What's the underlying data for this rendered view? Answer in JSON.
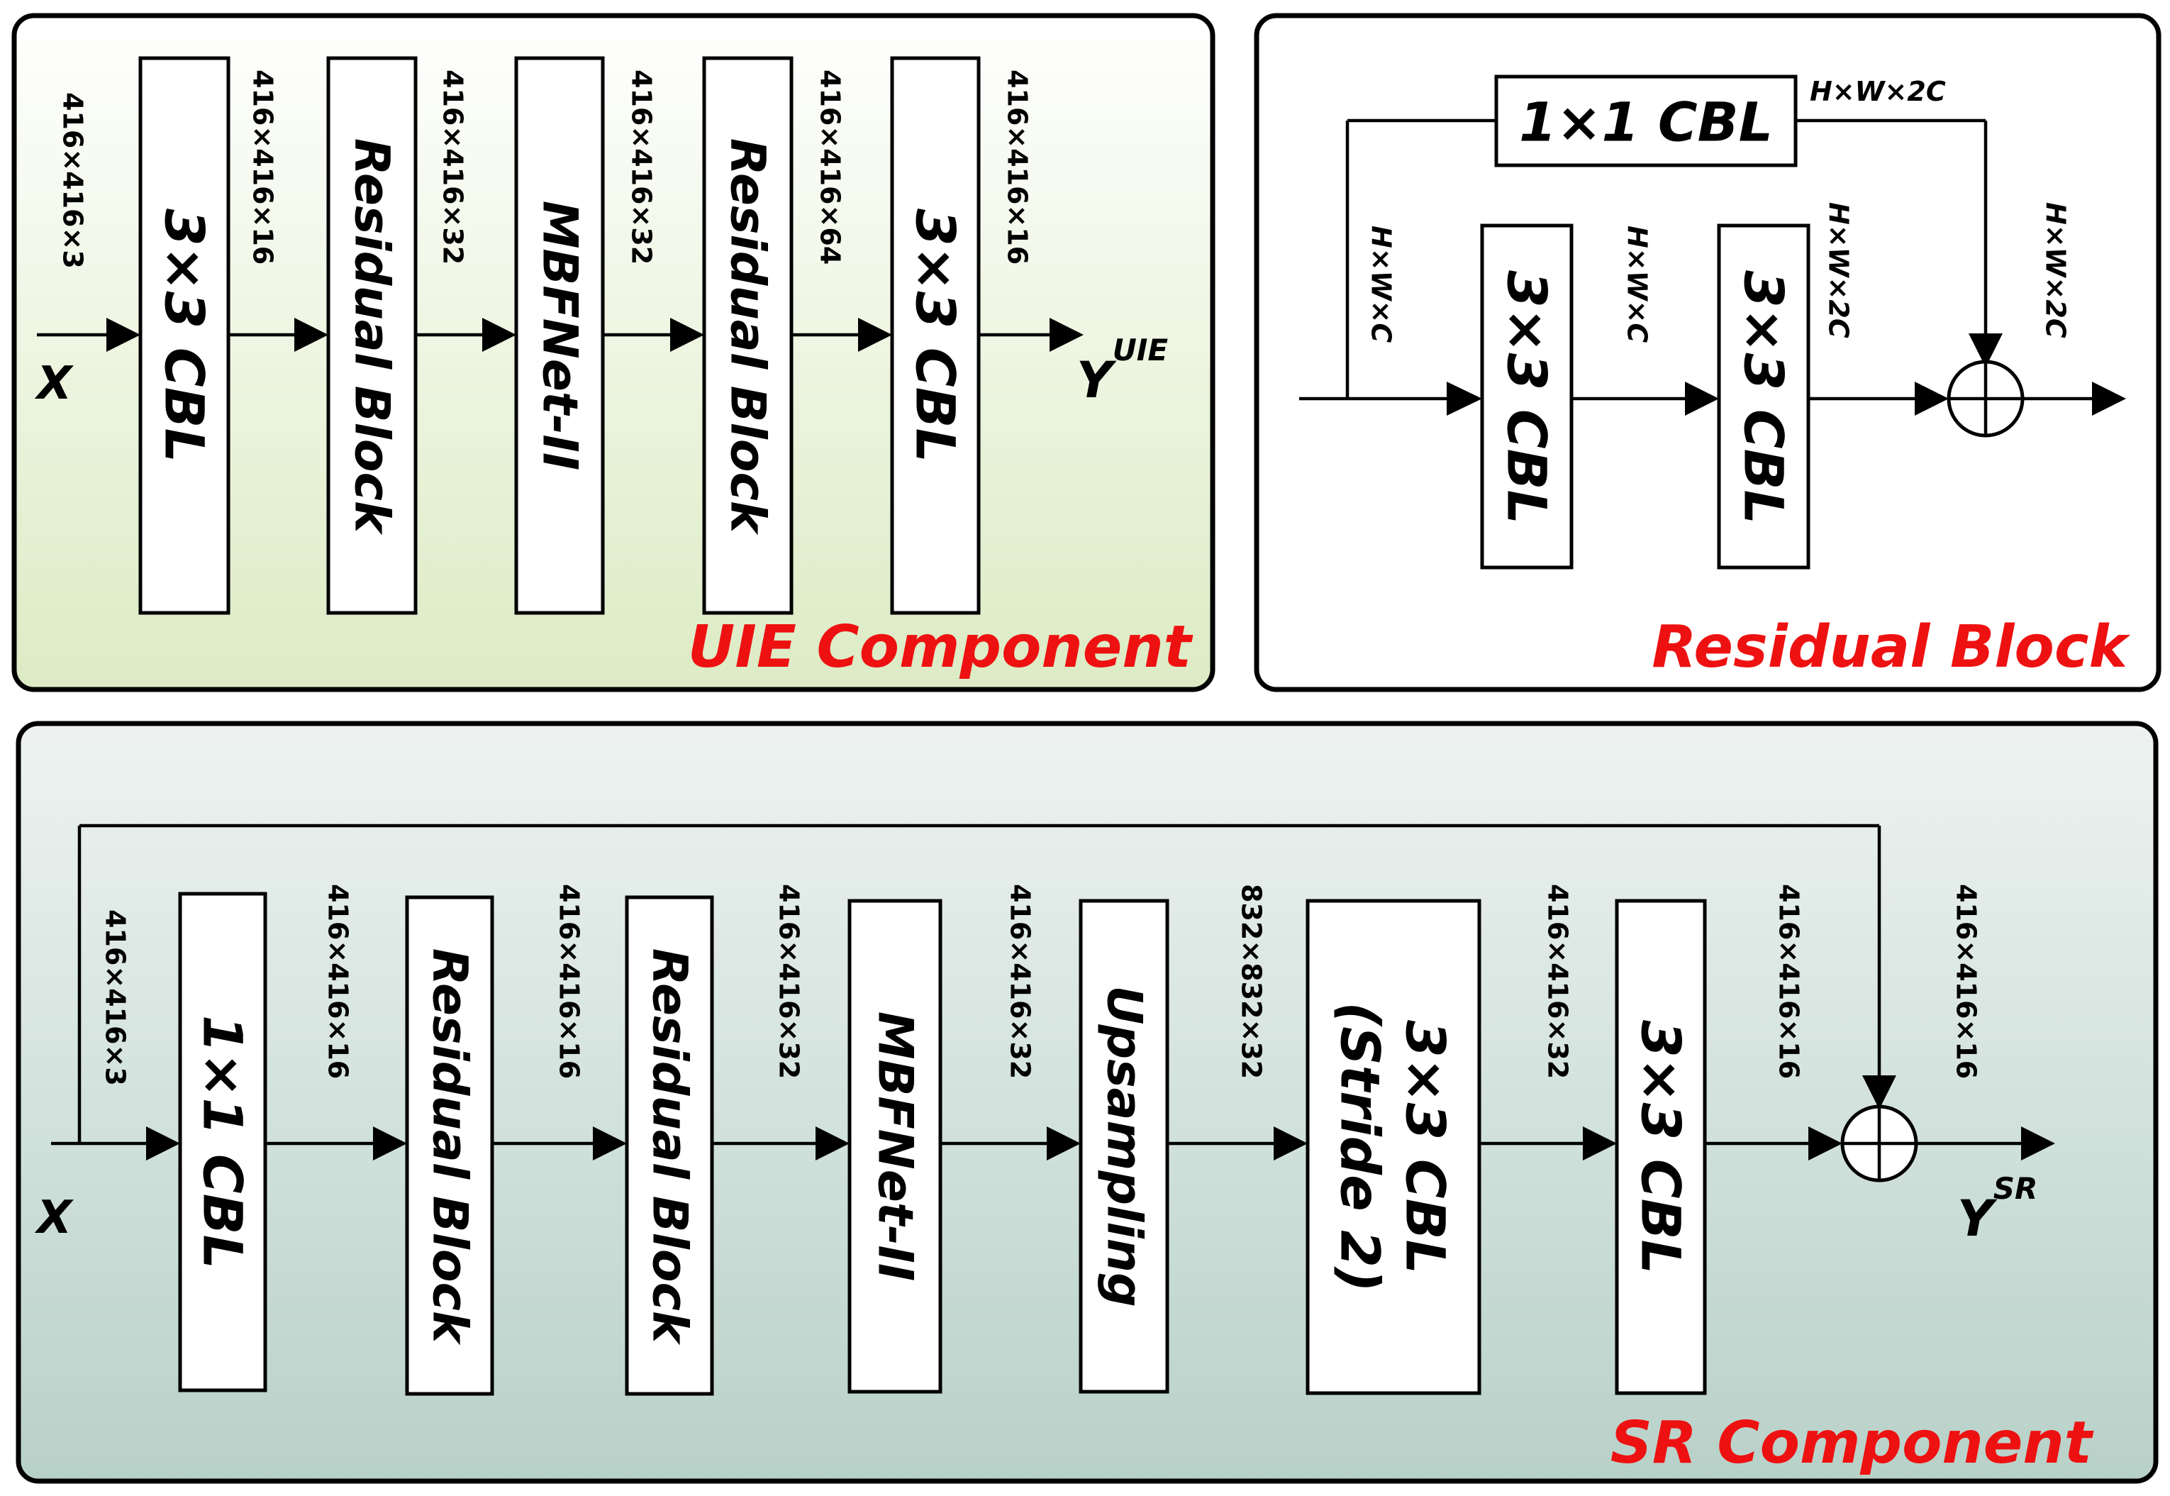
{
  "colors": {
    "title": "#ee1111",
    "uie_bg_top": "#ffffff",
    "uie_bg_bottom": "#dcebc4",
    "sr_bg_top": "#eef3f1",
    "sr_bg_bottom": "#b8d1c8"
  },
  "uie": {
    "title": "UIE Component",
    "input": "X",
    "output_base": "Y",
    "output_sup": "UIE",
    "blocks": [
      "3×3 CBL",
      "Residual Block",
      "MBFNet-II",
      "Residual Block",
      "3×3 CBL"
    ],
    "dims": [
      "416×416×3",
      "416×416×16",
      "416×416×32",
      "416×416×32",
      "416×416×64",
      "416×416×16"
    ]
  },
  "residual": {
    "title": "Residual Block",
    "shortcut_block": "1×1 CBL",
    "shortcut_dim": "H×W×2C",
    "blocks": [
      "3×3 CBL",
      "3×3 CBL"
    ],
    "dims": [
      "H×W×C",
      "H×W×C",
      "H×W×2C",
      "H×W×2C"
    ]
  },
  "sr": {
    "title": "SR Component",
    "input": "X",
    "output_base": "Y",
    "output_sup": "SR",
    "blocks": [
      "1×1 CBL",
      "Residual Block",
      "Residual Block",
      "MBFNet-II",
      "Upsampling",
      "3×3 CBL",
      "3×3 CBL"
    ],
    "stride_note": "(Stride 2)",
    "dims": [
      "416×416×3",
      "416×416×16",
      "416×416×16",
      "416×416×32",
      "416×416×32",
      "832×832×32",
      "416×416×32",
      "416×416×16",
      "416×416×16"
    ]
  }
}
